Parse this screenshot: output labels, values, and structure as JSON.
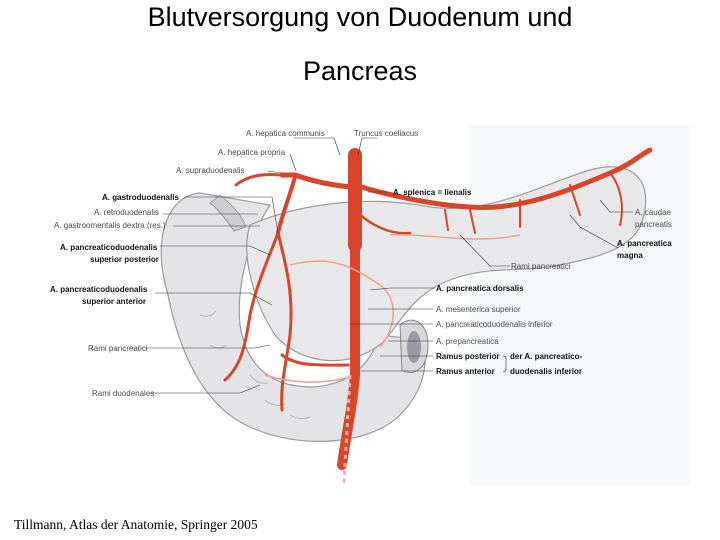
{
  "title": {
    "line1": "Blutversorgung von Duodenum und",
    "line2": "Pancreas"
  },
  "credit": "Tillmann, Atlas der Anatomie, Springer 2005",
  "colors": {
    "artery": "#d9452b",
    "artery_faint": "#eea091",
    "organ": "#e4e4e6",
    "organ_outline": "#9a9aa0",
    "label_text": "#4a4a4a"
  },
  "labels": {
    "hepatica_communis": "A. hepatica communis",
    "truncus_coeliacus": "Truncus coeliacus",
    "hepatica_propria": "A. hepatica propria",
    "supraduodenalis": "A. supraduodenalis",
    "gastroduodenalis": "A. gastroduodenalis",
    "splenica": "A. splenica = lienalis",
    "retroduodenalis": "A. retroduodenalis",
    "gastroomentalis": "A. gastroomentalis dextra (res.)",
    "caudae_1": "A. caudae",
    "caudae_2": "pancreatis",
    "pd_sup_post_1": "A. pancreaticoduodenalis",
    "pd_sup_post_2": "superior posterior",
    "pancreatica_magna_1": "A. pancreatica",
    "pancreatica_magna_2": "magna",
    "rami_pancreatici_right": "Rami pancreatici",
    "pd_sup_ant_1": "A. pancreaticoduodenalis",
    "pd_sup_ant_2": "superior anterior",
    "pancreatica_dorsalis": "A. pancreatica dorsalis",
    "mesenterica_superior": "A. mesenterica superior",
    "pd_inferior": "A. pancreaticoduodenalis inferior",
    "rami_pancreatici_left": "Rami pancreatici",
    "prepancreatica": "A. prepancreatica",
    "ramus_posterior": "Ramus posterior",
    "ramus_anterior": "Ramus anterior",
    "der_a_1": "der A. pancreatico-",
    "der_a_2": "duodenalis inferior",
    "rami_duodenales": "Rami duodenales"
  }
}
